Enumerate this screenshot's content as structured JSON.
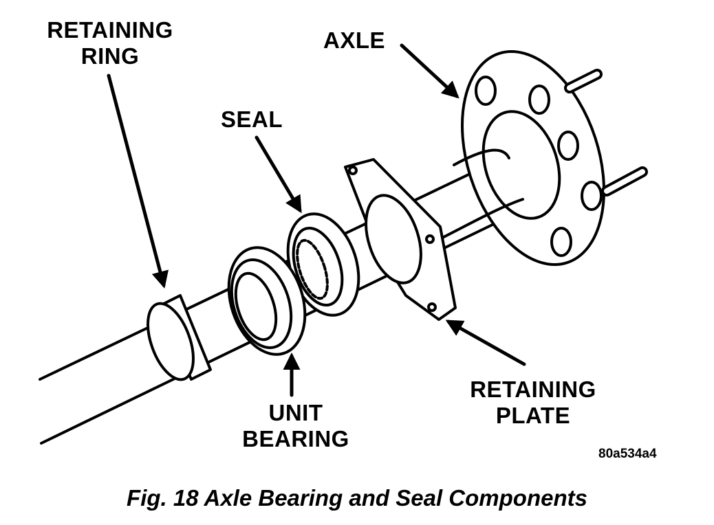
{
  "labels": {
    "retaining_ring": [
      "RETAINING",
      "RING"
    ],
    "axle": "AXLE",
    "seal": "SEAL",
    "unit_bearing": [
      "UNIT",
      "BEARING"
    ],
    "retaining_plate": [
      "RETAINING",
      "PLATE"
    ]
  },
  "reference_code": "80a534a4",
  "caption": "Fig. 18 Axle Bearing and Seal Components",
  "colors": {
    "ink": "#000000",
    "paper": "#ffffff"
  }
}
